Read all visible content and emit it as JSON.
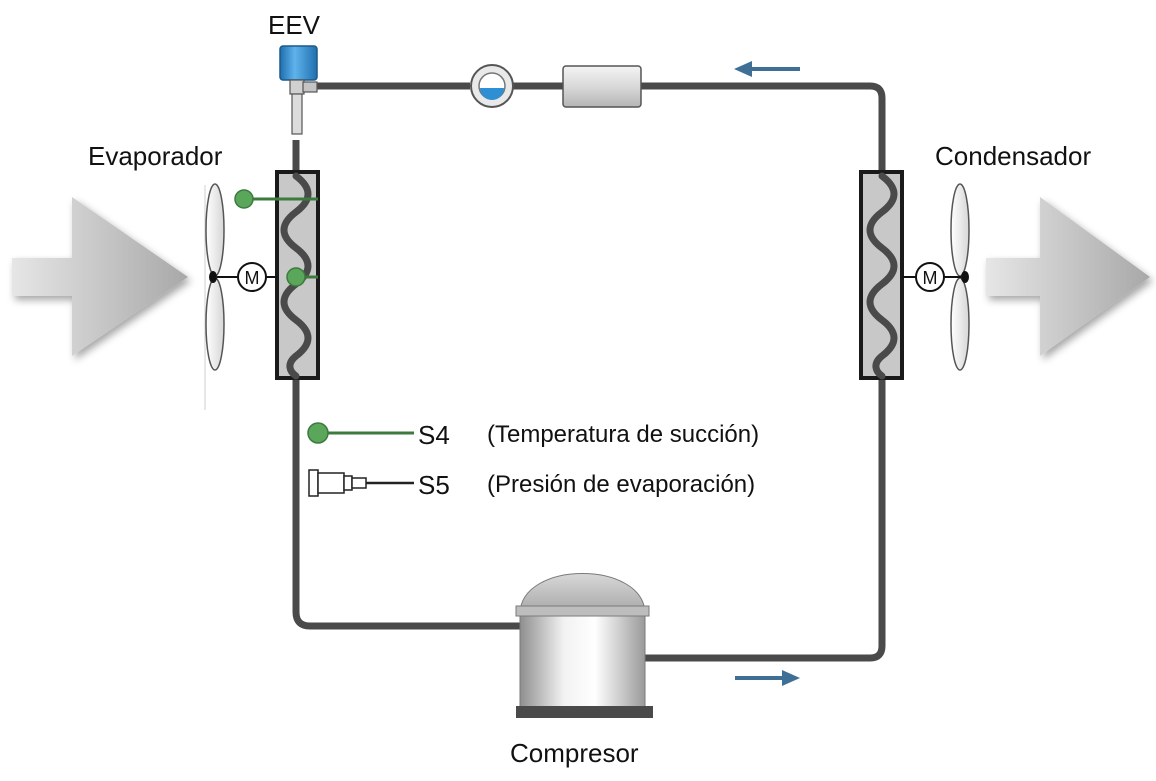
{
  "labels": {
    "eev": "EEV",
    "evaporator": "Evaporador",
    "condenser": "Condensador",
    "compressor": "Compresor",
    "motor": "M"
  },
  "legend": [
    {
      "code": "S4",
      "description": "(Temperatura de succión)",
      "icon": "temperature-sensor-icon"
    },
    {
      "code": "S5",
      "description": "(Presión de evaporación)",
      "icon": "pressure-transducer-icon"
    }
  ],
  "colors": {
    "pipe": "#4a4a4a",
    "sensor_green": "#5aa65a",
    "arrow_blue": "#3f6f95",
    "valve_blue": "#2f8fd4",
    "airflow_gray": "#b3b3b3",
    "coil_fill": "#c8c8c8"
  }
}
